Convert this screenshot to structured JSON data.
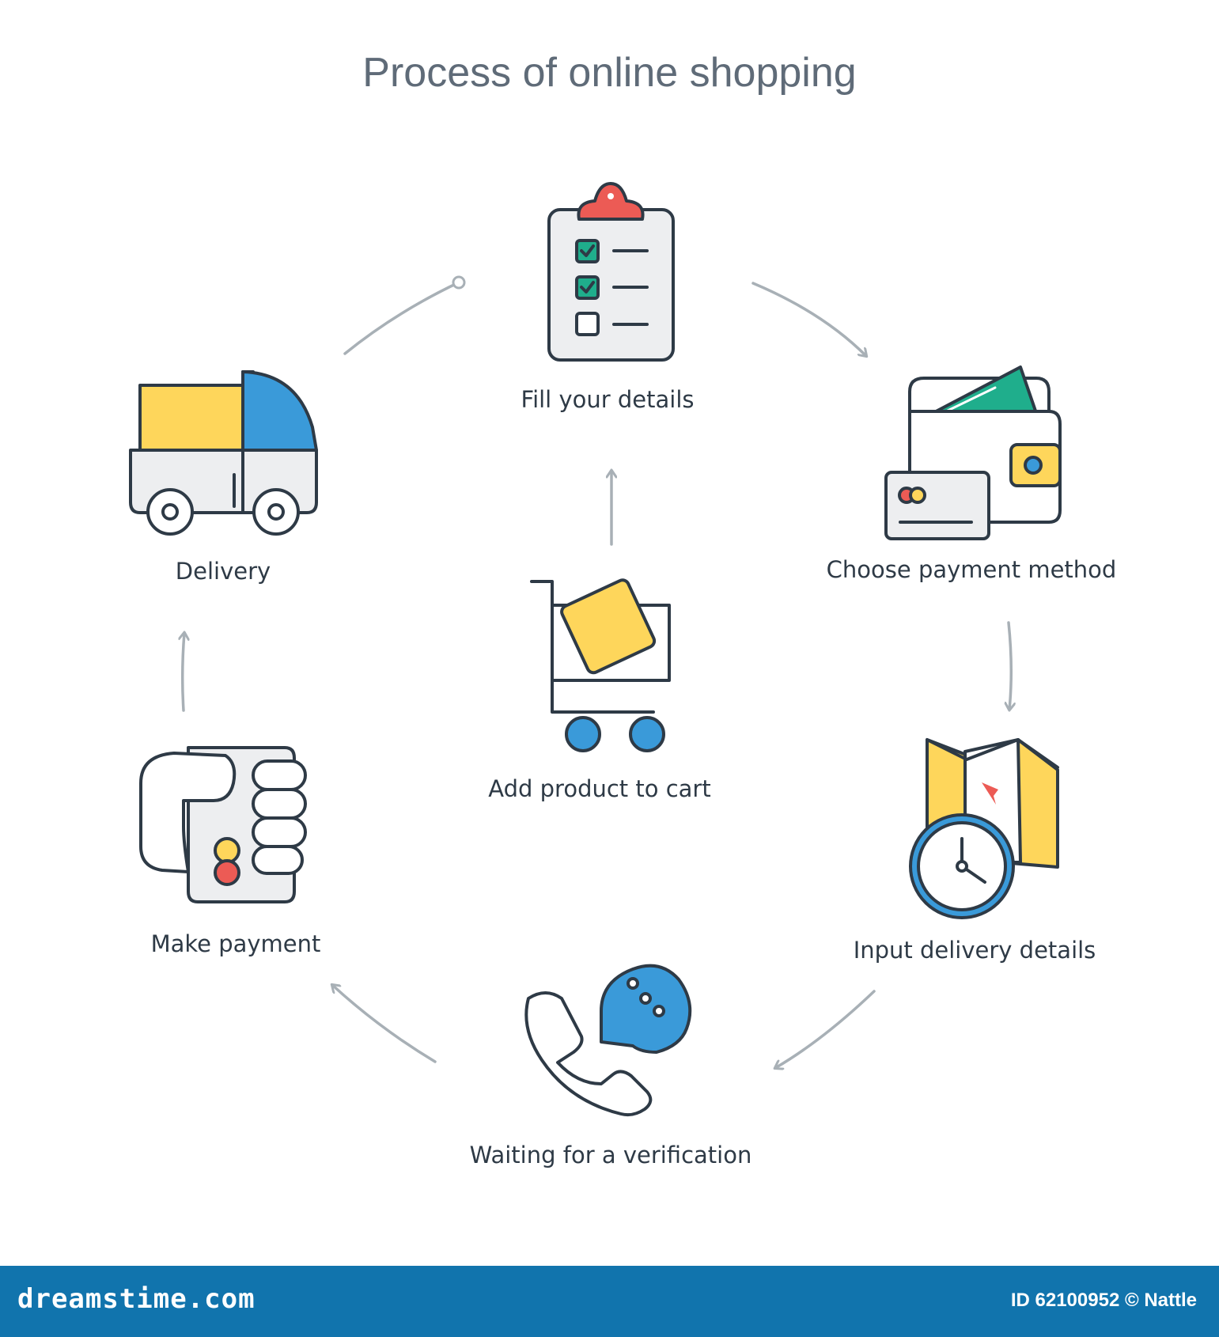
{
  "title": "Process of online shopping",
  "steps": [
    {
      "label": "Fill your details",
      "icon": "clipboard-checklist-icon"
    },
    {
      "label": "Choose payment method",
      "icon": "wallet-card-icon"
    },
    {
      "label": "Input delivery details",
      "icon": "map-clock-icon"
    },
    {
      "label": "Waiting for a verification",
      "icon": "phone-chat-icon"
    },
    {
      "label": "Make payment",
      "icon": "hand-card-icon"
    },
    {
      "label": "Delivery",
      "icon": "truck-icon"
    }
  ],
  "center": {
    "label": "Add product to cart",
    "icon": "shopping-cart-icon"
  },
  "footer": {
    "site": "dreamstime.com",
    "credit": "ID 62100952 © Nattle"
  },
  "colors": {
    "outline": "#2e3a46",
    "yellow": "#fed65b",
    "blue": "#3a9ad9",
    "teal": "#1fae8c",
    "red": "#ec5b55",
    "light_gray": "#edeef0",
    "arrow": "#a8b0b6",
    "footer_bg": "#1174ad"
  }
}
